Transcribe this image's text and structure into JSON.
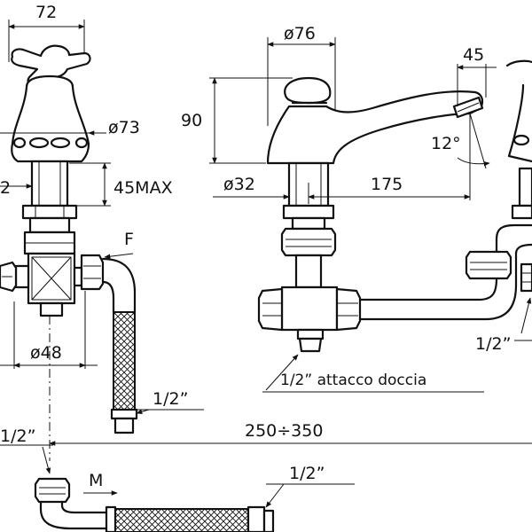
{
  "dimensions": {
    "d72": "72",
    "d76": "ø76",
    "d45": "45",
    "d90": "90",
    "d73": "ø73",
    "d12": "12°",
    "d32": "ø32",
    "d175": "175",
    "d45max": "45MAX",
    "d2": "2",
    "d48": "ø48",
    "d250": "250÷350"
  },
  "labels": {
    "F": "F",
    "M": "M",
    "half_inch": "1/2”",
    "half_inch_bottom_left": "1/2”",
    "half_inch_bottom_right": "1/2”",
    "half_inch_mid_right": "1/2”",
    "shower": "1/2” attacco doccia"
  }
}
